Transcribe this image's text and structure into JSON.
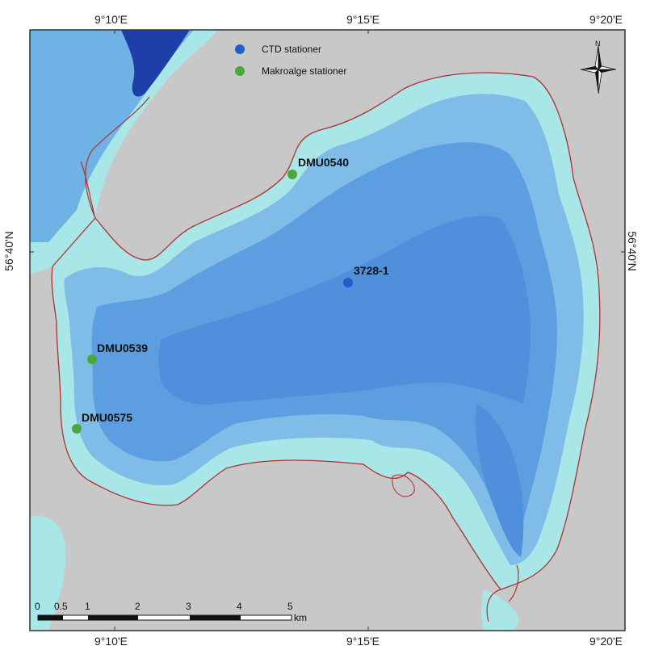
{
  "map": {
    "graticule": {
      "top": [
        "9°10'E",
        "9°15'E",
        "9°20'E"
      ],
      "bottom": [
        "9°10'E",
        "9°15'E",
        "9°20'E"
      ],
      "left": "56°40'N",
      "right": "56°40'N"
    },
    "legend": {
      "items": [
        {
          "label": "CTD stationer",
          "color": "#1f5fc8"
        },
        {
          "label": "Makroalge stationer",
          "color": "#4aa83a"
        }
      ]
    },
    "stations": [
      {
        "name": "DMU0540",
        "type": "Makroalge stationer"
      },
      {
        "name": "3728-1",
        "type": "CTD stationer"
      },
      {
        "name": "DMU0539",
        "type": "Makroalge stationer"
      },
      {
        "name": "DMU0575",
        "type": "Makroalge stationer"
      }
    ],
    "scale_bar": {
      "ticks": [
        "0",
        "0.5",
        "1",
        "2",
        "3",
        "4",
        "5"
      ],
      "unit": "km"
    },
    "north_arrow": {
      "label": "N"
    },
    "colors": {
      "land": "#c8c8c8",
      "shallow_water": "#a9e6e8",
      "mid_water": "#7fbde8",
      "deep_water": "#4f8fdc",
      "deepest_water": "#1e3fa8",
      "coastline": "#b03030"
    }
  }
}
